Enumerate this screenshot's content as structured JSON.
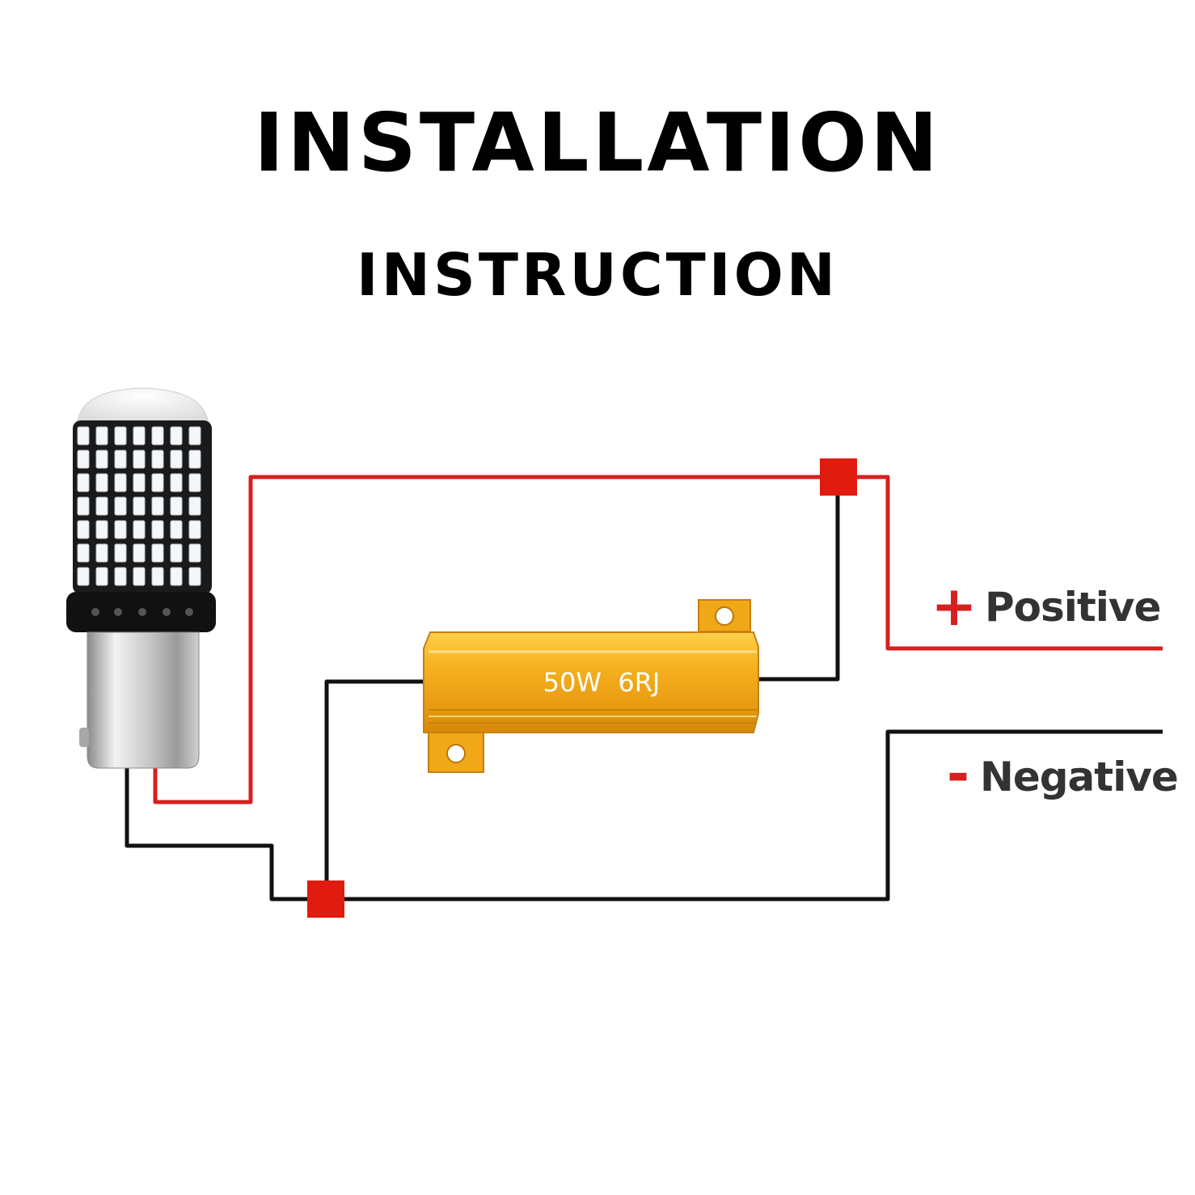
{
  "header": {
    "title": "INSTALLATION",
    "subtitle": "INSTRUCTION"
  },
  "resistor": {
    "label": "50W  6RJ"
  },
  "terminals": {
    "positive_symbol": "+",
    "positive_label": "Positive",
    "negative_symbol": "-",
    "negative_label": "Negative"
  },
  "colors": {
    "positive_wire": "#d62020",
    "negative_wire": "#111111",
    "junction": "#e01b10",
    "resistor_body": "#f0a818",
    "label_text": "#333333"
  }
}
